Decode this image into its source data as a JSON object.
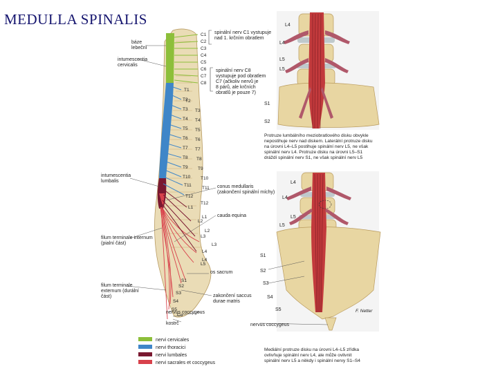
{
  "title": "MEDULLA SPINALIS",
  "left_figure": {
    "labels": {
      "base_lebky": [
        "báze",
        "lebeční"
      ],
      "intumescentia_cervicalis": [
        "intumescentia",
        "cervicalis"
      ],
      "intumescentia_lumbalis": [
        "intumescentia",
        "lumbalis"
      ],
      "filum_internum": [
        "filum terminale internum",
        "(pialní část)"
      ],
      "filum_externum": [
        "filum terminale",
        "externum (durální",
        "část)"
      ],
      "note_c1": [
        "spinální nerv C1 vystupuje",
        "nad 1. krčním obratlem"
      ],
      "note_c8": [
        "spinální nerv C8",
        "vystupuje pod obratlem",
        "C7 (ačkoliv nervů je",
        "8 párů, ale krčních",
        "obratlů je pouze 7)"
      ],
      "conus": [
        "conus medullaris",
        "(zakončení spinální míchy)"
      ],
      "cauda": "cauda equina",
      "sacrum": "os sacrum",
      "saccus": [
        "zakončení saccus",
        "durae matris"
      ],
      "coccyx": "nervus coccygeus",
      "kostrc": "kostrč"
    },
    "nerve_labels": [
      "C1",
      "C2",
      "C3",
      "C4",
      "C5",
      "C6",
      "C7",
      "C8",
      "T1",
      "T2",
      "T3",
      "T4",
      "T5",
      "T6",
      "T7",
      "T8",
      "T9",
      "T10",
      "T11",
      "T12",
      "L1",
      "L2",
      "L3",
      "L4",
      "L5",
      "S1",
      "S2",
      "S3",
      "S4",
      "S5",
      "Co"
    ],
    "vertebra_labels": [
      "C1",
      "C2",
      "C3",
      "C4",
      "C5",
      "C6",
      "C7",
      "T1",
      "T2",
      "T3",
      "T4",
      "T5",
      "T6",
      "T7",
      "T8",
      "T9",
      "T10",
      "T11",
      "T12",
      "L1",
      "L2",
      "L3",
      "L4",
      "L5"
    ]
  },
  "legend": [
    {
      "label": "nervi cervicales",
      "color": "#8dbf3a"
    },
    {
      "label": "nervi thoracici",
      "color": "#3f86c8"
    },
    {
      "label": "nervi lumbales",
      "color": "#7a1830"
    },
    {
      "label": "nervi sacrales et coccygeus",
      "color": "#d8414b"
    }
  ],
  "top_right": {
    "levels": [
      "L4",
      "L4",
      "L5",
      "L5",
      "S1",
      "S2"
    ],
    "caption": [
      "Protruze lumbálního meziobratlového disku obvykle",
      "nepostihuje nerv nad diskem. Laterální protruze disku",
      "na úrovni L4–L5 postihuje spinální nerv L5, ne však",
      "spinální nerv L4. Protruze disku na úrovni L5–S1",
      "dráždí spinální nerv S1, ne však spinální nerv L5"
    ]
  },
  "bottom_right": {
    "levels": [
      "L4",
      "L4",
      "L5",
      "L5",
      "S1",
      "S2",
      "S3",
      "S4",
      "S5"
    ],
    "coccyx": "nervus coccygeus",
    "caption": [
      "Mediální protruze disku na úrovni L4–L5 zřídka",
      "ovlivňuje spinální nerv L4, ale může ovlivnit",
      "spinální nerv L5 a někdy i spinální nervy S1–S4"
    ],
    "signature": "F. Netter"
  },
  "colors": {
    "cervical": "#8dbf3a",
    "thoracic": "#3f86c8",
    "lumbar": "#7a1830",
    "sacral": "#d8414b",
    "bone": "#e9d7a6",
    "bone_dark": "#c8ad6e",
    "disc": "#bfc9cc"
  }
}
